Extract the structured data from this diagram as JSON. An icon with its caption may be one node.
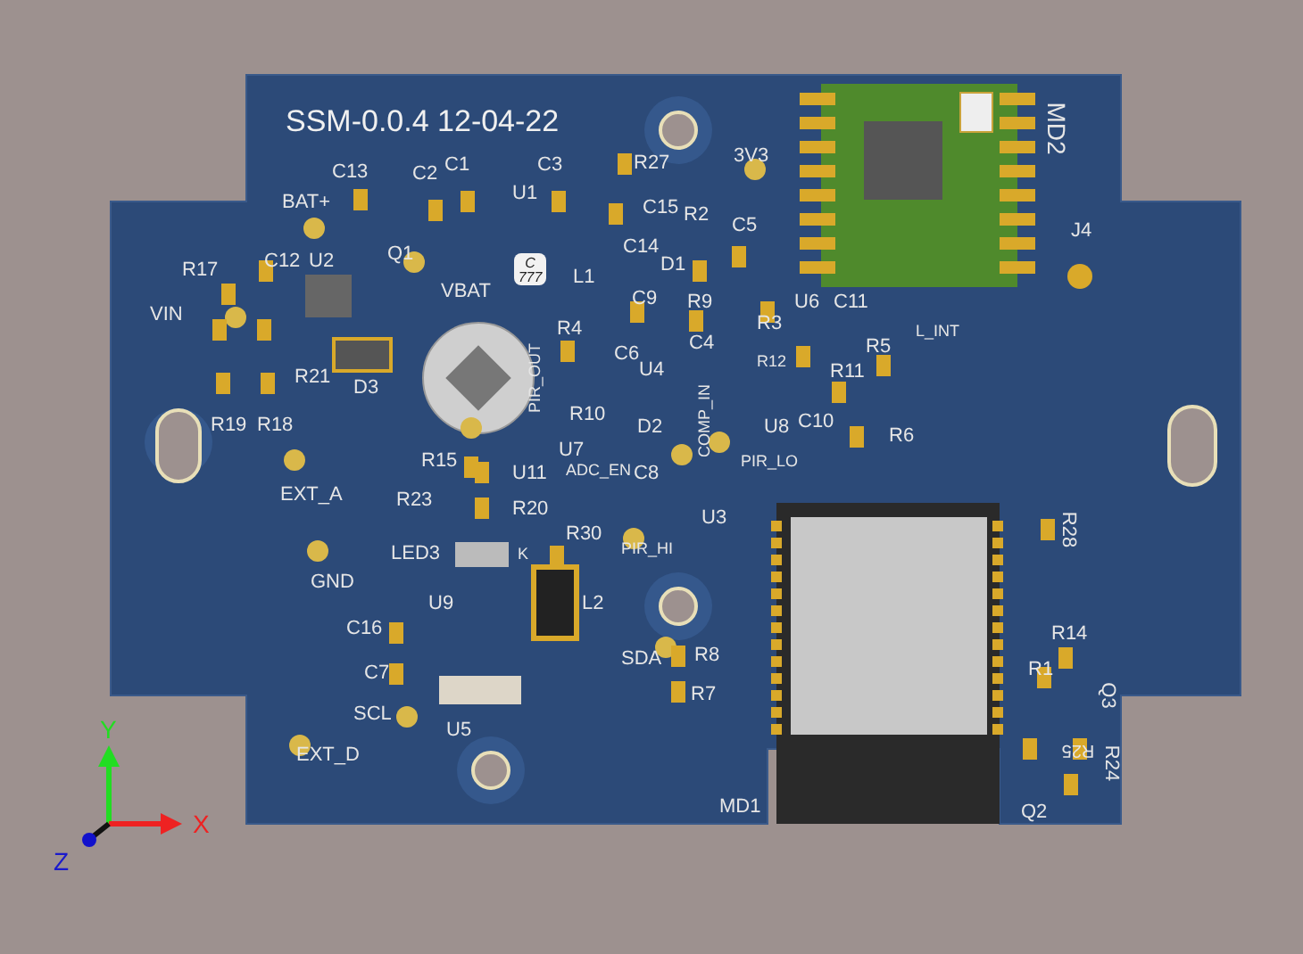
{
  "diagram": {
    "labels": [
      "SSM-0.0.4 12-04-22",
      "MD2",
      "C13",
      "C2",
      "C1",
      "C3",
      "R27",
      "3V3",
      "BAT+",
      "U1",
      "C15",
      "R2",
      "C5",
      "J4",
      "C14",
      "C 777",
      "L1",
      "D1",
      "R17",
      "C12",
      "U2",
      "Q1",
      "VBAT",
      "VIN",
      "C9",
      "R9",
      "R3",
      "U6",
      "C11",
      "R4",
      "C4",
      "L_INT",
      "R5",
      "C6",
      "R12",
      "R11",
      "U4",
      "PIR_OUT",
      "R21",
      "D3",
      "R10",
      "COMP_IN",
      "D2",
      "U8",
      "C10",
      "R6",
      "R19",
      "R18",
      "U7",
      "PIR_LO",
      "R15",
      "ADC_EN",
      "U11",
      "C8",
      "EXT_A",
      "R23",
      "R20",
      "U3",
      "R28",
      "R30",
      "PIR_HI",
      "LED3",
      "K",
      "GND",
      "U9",
      "L2",
      "C16",
      "R14",
      "SDA",
      "R8",
      "R1",
      "C7",
      "R7",
      "Q3",
      "SCL",
      "U5",
      "R25",
      "R24",
      "EXT_D",
      "MD1",
      "Q2",
      "Y",
      "X",
      "Z"
    ]
  }
}
